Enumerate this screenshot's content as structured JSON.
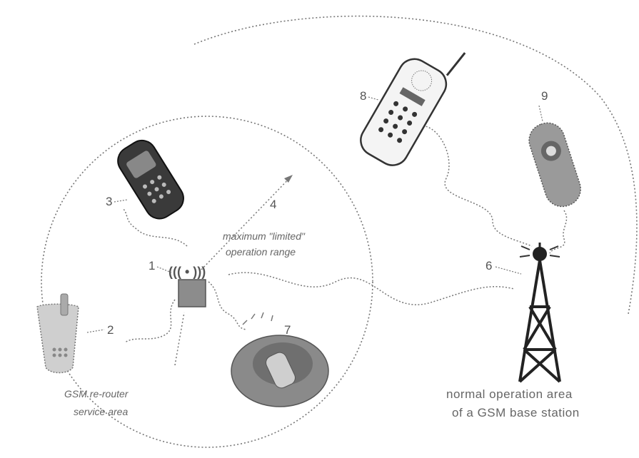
{
  "labels": {
    "n1": "1",
    "n2": "2",
    "n3": "3",
    "n4": "4",
    "n6": "6",
    "n7": "7",
    "n8": "8",
    "n9": "9",
    "range_line1": "maximum \"limited\"",
    "range_line2": "operation range",
    "service_line1": "GSM re-router",
    "service_line2": "service area",
    "normal_line1": "normal operation area",
    "normal_line2": "of a GSM base station",
    "signal_glyph": "((( • )))"
  },
  "colors": {
    "line": "#777777",
    "device_dark": "#3a3a3a",
    "device_mid": "#8a8a8a",
    "device_light": "#cfcfcf",
    "router_fill": "#8c8c8c"
  },
  "icons": [
    "router-icon",
    "wifi-signal-icon",
    "mobile-phone-icon",
    "cordless-phone-icon",
    "desk-phone-icon",
    "handset-phone-icon",
    "bluetooth-headset-icon",
    "gsm-tower-icon"
  ]
}
